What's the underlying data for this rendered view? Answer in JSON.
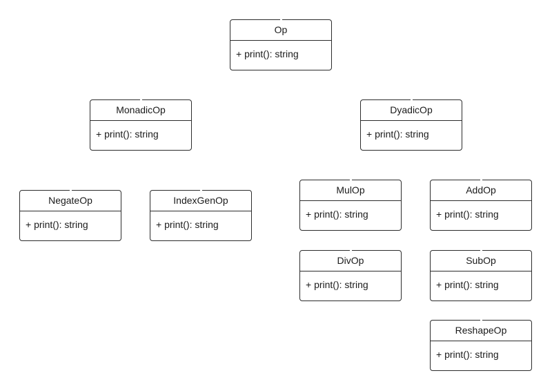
{
  "classes": [
    {
      "name": "Op",
      "ops": [
        "+ print(): string"
      ]
    },
    {
      "name": "MonadicOp",
      "ops": [
        "+ print(): string"
      ]
    },
    {
      "name": "DyadicOp",
      "ops": [
        "+ print(): string"
      ]
    },
    {
      "name": "NegateOp",
      "ops": [
        "+ print(): string"
      ]
    },
    {
      "name": "IndexGenOp",
      "ops": [
        "+ print(): string"
      ]
    },
    {
      "name": "MulOp",
      "ops": [
        "+ print(): string"
      ]
    },
    {
      "name": "AddOp",
      "ops": [
        "+ print(): string"
      ]
    },
    {
      "name": "DivOp",
      "ops": [
        "+ print(): string"
      ]
    },
    {
      "name": "SubOp",
      "ops": [
        "+ print(): string"
      ]
    },
    {
      "name": "ReshapeOp",
      "ops": [
        "+ print(): string"
      ]
    }
  ]
}
